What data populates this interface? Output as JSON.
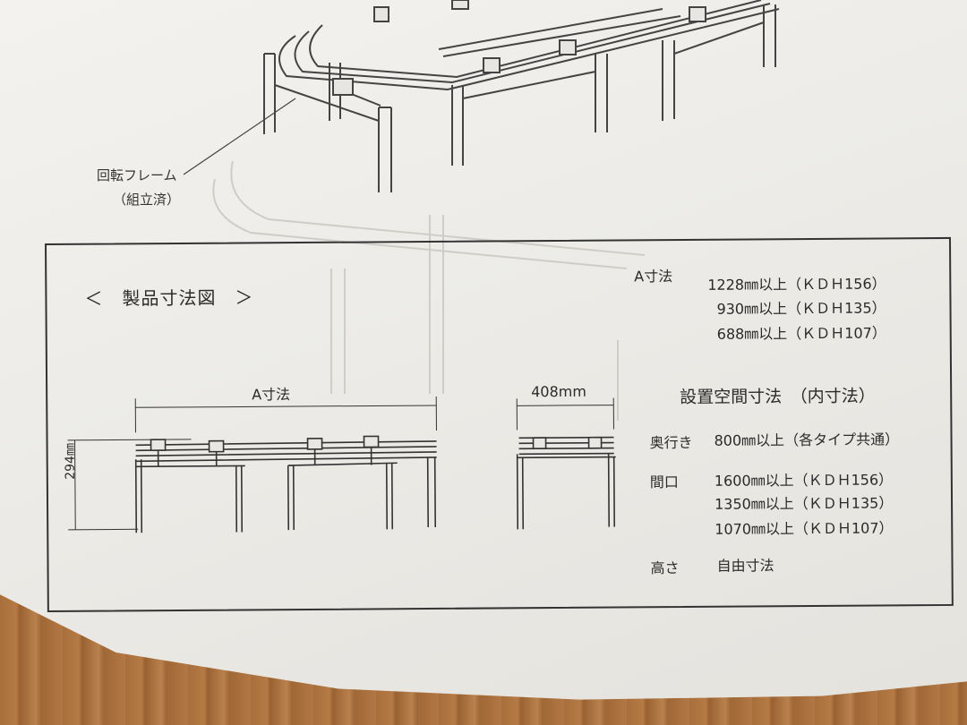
{
  "top_illustration": {
    "callout_label": "回転フレーム",
    "callout_sub": "（組立済）"
  },
  "panel": {
    "title": "＜　製品寸法図　＞",
    "a_dimension": {
      "heading": "A寸法",
      "rows": [
        "1228㎜以上（ＫＤＨ156）",
        "930㎜以上（ＫＤＨ135）",
        "688㎜以上（ＫＤＨ107）"
      ]
    },
    "drawing": {
      "a_label": "A寸法",
      "height_label": "294㎜",
      "width_label": "408mm"
    },
    "install_space": {
      "heading": "設置空間寸法　（内寸法）",
      "depth_label": "奥行き",
      "depth_value": "800㎜以上（各タイプ共通）",
      "frontage_label": "間口",
      "frontage_rows": [
        "1600㎜以上（ＫＤＨ156）",
        "1350㎜以上（ＫＤＨ135）",
        "1070㎜以上（ＫＤＨ107）"
      ],
      "height_label": "高さ",
      "height_value": "自由寸法"
    }
  }
}
